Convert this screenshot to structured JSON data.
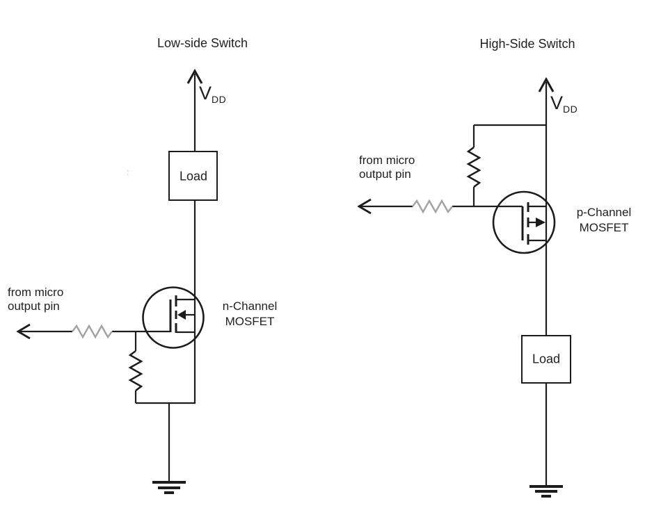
{
  "colors": {
    "wire": "#1c1c1c",
    "series_resistor_gray": "#a3a3a3",
    "background": "#ffffff"
  },
  "left_circuit": {
    "title": "Low-side Switch",
    "vdd_base": "V",
    "vdd_sub": "DD",
    "load_label": "Load",
    "input_label_line1": "from micro",
    "input_label_line2": "output pin",
    "mosfet_label_line1": "n-Channel",
    "mosfet_label_line2": "MOSFET"
  },
  "right_circuit": {
    "title": "High-Side Switch",
    "vdd_base": "V",
    "vdd_sub": "DD",
    "load_label": "Load",
    "input_label_line1": "from micro",
    "input_label_line2": "output pin",
    "mosfet_label_line1": "p-Channel",
    "mosfet_label_line2": "MOSFET"
  },
  "stray_mark": ":"
}
